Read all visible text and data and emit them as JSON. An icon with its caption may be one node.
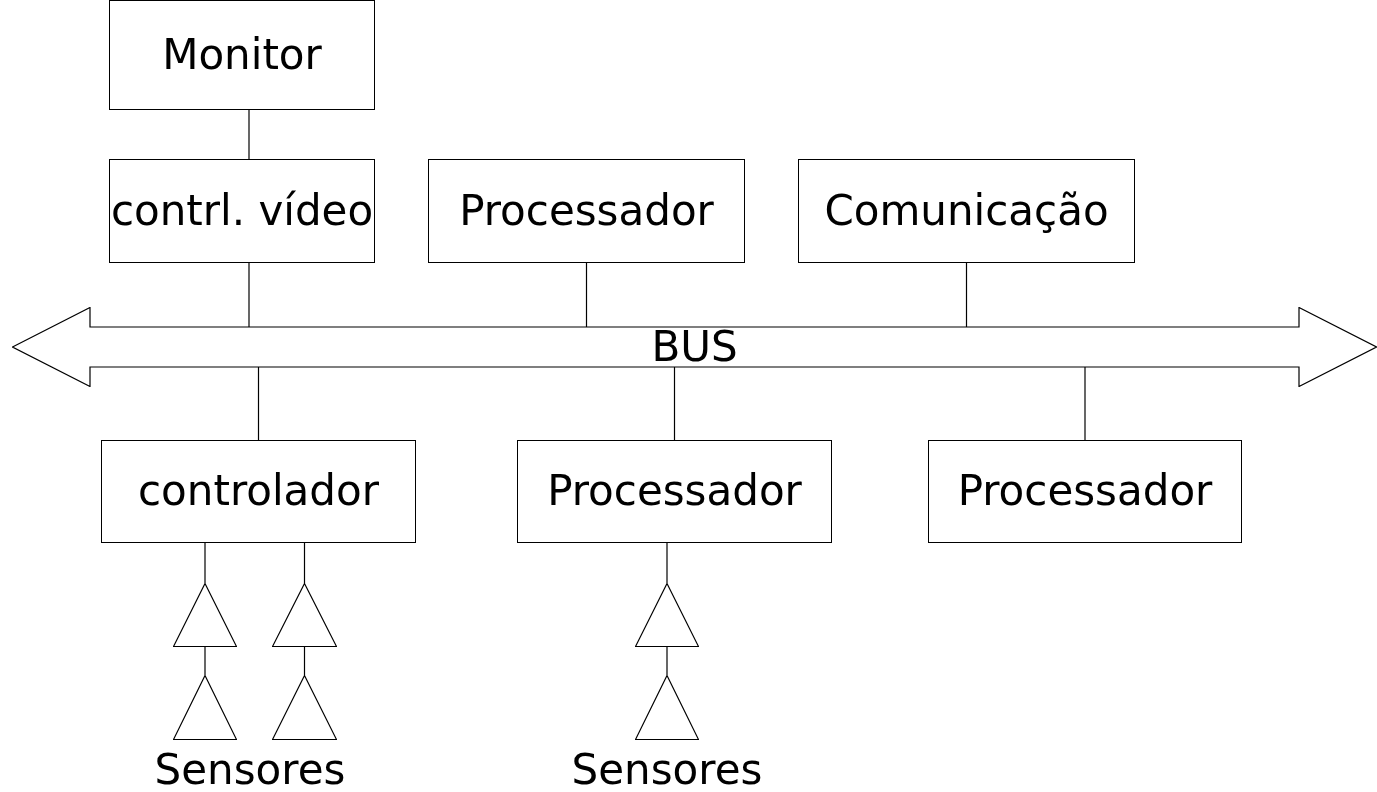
{
  "diagram": {
    "nodes": [
      {
        "text": [
          "Monitor"
        ]
      },
      {
        "text": [
          "contrl. vídeo"
        ]
      },
      {
        "text": [
          "Processador"
        ]
      },
      {
        "text": [
          "Comunicação"
        ]
      },
      {
        "text": [
          "BUS"
        ]
      },
      {
        "text": [
          "controlador"
        ]
      },
      {
        "text": [
          "Processador"
        ]
      },
      {
        "text": [
          "Processador"
        ]
      },
      {
        "text": [],
        "shape": "triangle"
      },
      {
        "text": [],
        "shape": "triangle"
      },
      {
        "text": [],
        "shape": "triangle"
      },
      {
        "text": [],
        "shape": "triangle"
      },
      {
        "text": [],
        "shape": "triangle"
      },
      {
        "text": [],
        "shape": "triangle"
      }
    ],
    "edges": [
      {
        "from": 0,
        "to": 1,
        "arrow": "none"
      },
      {
        "from": 1,
        "to": 4,
        "arrow": "none"
      },
      {
        "from": 2,
        "to": 4,
        "arrow": "none"
      },
      {
        "from": 3,
        "to": 4,
        "arrow": "none"
      },
      {
        "from": 4,
        "to": 5,
        "arrow": "none"
      },
      {
        "from": 4,
        "to": 6,
        "arrow": "none"
      },
      {
        "from": 4,
        "to": 7,
        "arrow": "none"
      },
      {
        "from": 5,
        "to": 8,
        "arrow": "none"
      },
      {
        "from": 5,
        "to": 9,
        "arrow": "none"
      },
      {
        "from": 8,
        "to": 10,
        "arrow": "none"
      },
      {
        "from": 9,
        "to": 11,
        "arrow": "none"
      },
      {
        "from": 6,
        "to": 12,
        "arrow": "none"
      },
      {
        "from": 12,
        "to": 13,
        "arrow": "none"
      }
    ],
    "labels": [
      "Sensores",
      "Sensores"
    ]
  }
}
